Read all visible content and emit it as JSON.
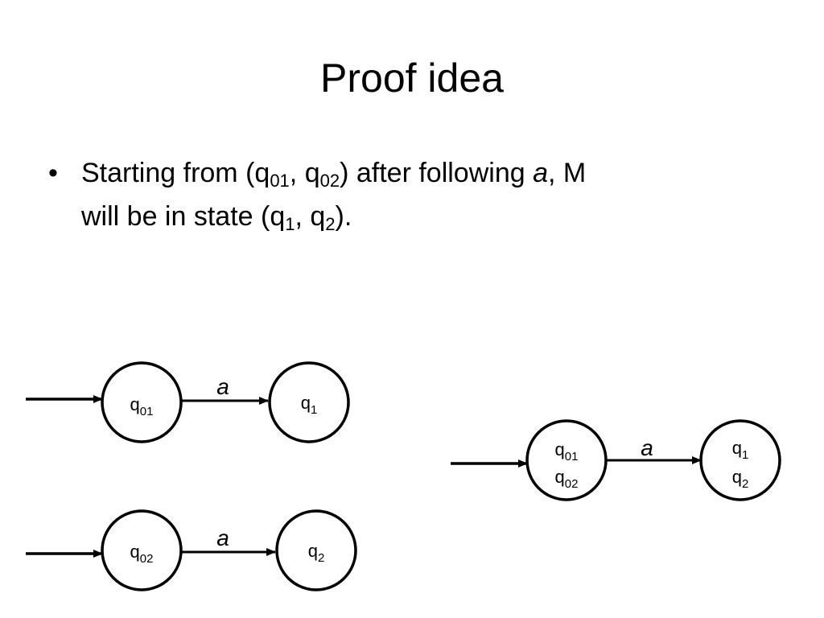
{
  "slide": {
    "title": "Proof idea",
    "bullet": {
      "marker": "•",
      "line1": {
        "t1": "Starting from (q",
        "s1": "01",
        "t2": ", q",
        "s2": "02",
        "t3": ") after following ",
        "t4": "a",
        "t5": ", M"
      },
      "line2": {
        "t1": "will be in state (q",
        "s1": "1",
        "t2": ", q",
        "s2": "2",
        "t3": ")."
      }
    }
  },
  "diagram": {
    "edge_label": "a",
    "machine1": {
      "start_state": {
        "base": "q",
        "sub": "01"
      },
      "next_state": {
        "base": "q",
        "sub": "1"
      }
    },
    "machine2": {
      "start_state": {
        "base": "q",
        "sub": "02"
      },
      "next_state": {
        "base": "q",
        "sub": "2"
      }
    },
    "product": {
      "start_state": [
        {
          "base": "q",
          "sub": "01"
        },
        {
          "base": "q",
          "sub": "02"
        }
      ],
      "next_state": [
        {
          "base": "q",
          "sub": "1"
        },
        {
          "base": "q",
          "sub": "2"
        }
      ]
    }
  }
}
